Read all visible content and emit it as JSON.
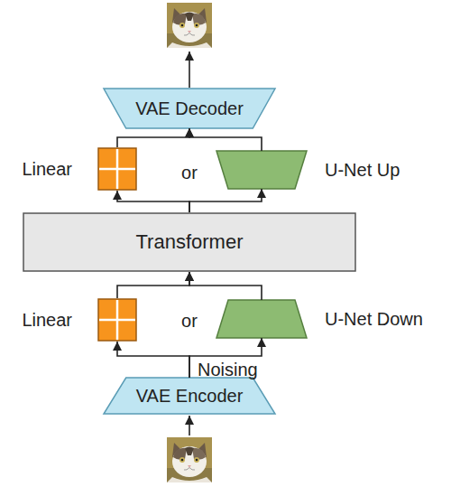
{
  "diagram": {
    "nodes": [
      {
        "text": [
          "VAE Decoder"
        ]
      },
      {
        "text": [
          "Linear"
        ]
      },
      {
        "text": [
          "U-Net Up"
        ]
      },
      {
        "text": [
          "Transformer"
        ]
      },
      {
        "text": [
          "Linear"
        ]
      },
      {
        "text": [
          "U-Net Down"
        ]
      },
      {
        "text": [
          "VAE Encoder"
        ]
      }
    ],
    "edges": [
      {
        "from": 6,
        "to": 4,
        "arrow": "to",
        "label": "Noising"
      },
      {
        "from": 6,
        "to": 5,
        "arrow": "to"
      },
      {
        "from": 4,
        "to": 3,
        "arrow": "to"
      },
      {
        "from": 5,
        "to": 3,
        "arrow": "to"
      },
      {
        "from": 3,
        "to": 1,
        "arrow": "to"
      },
      {
        "from": 3,
        "to": 2,
        "arrow": "to"
      },
      {
        "from": 1,
        "to": 0,
        "arrow": "to"
      },
      {
        "from": 2,
        "to": 0,
        "arrow": "to"
      }
    ],
    "labels": [
      "or",
      "or"
    ]
  }
}
